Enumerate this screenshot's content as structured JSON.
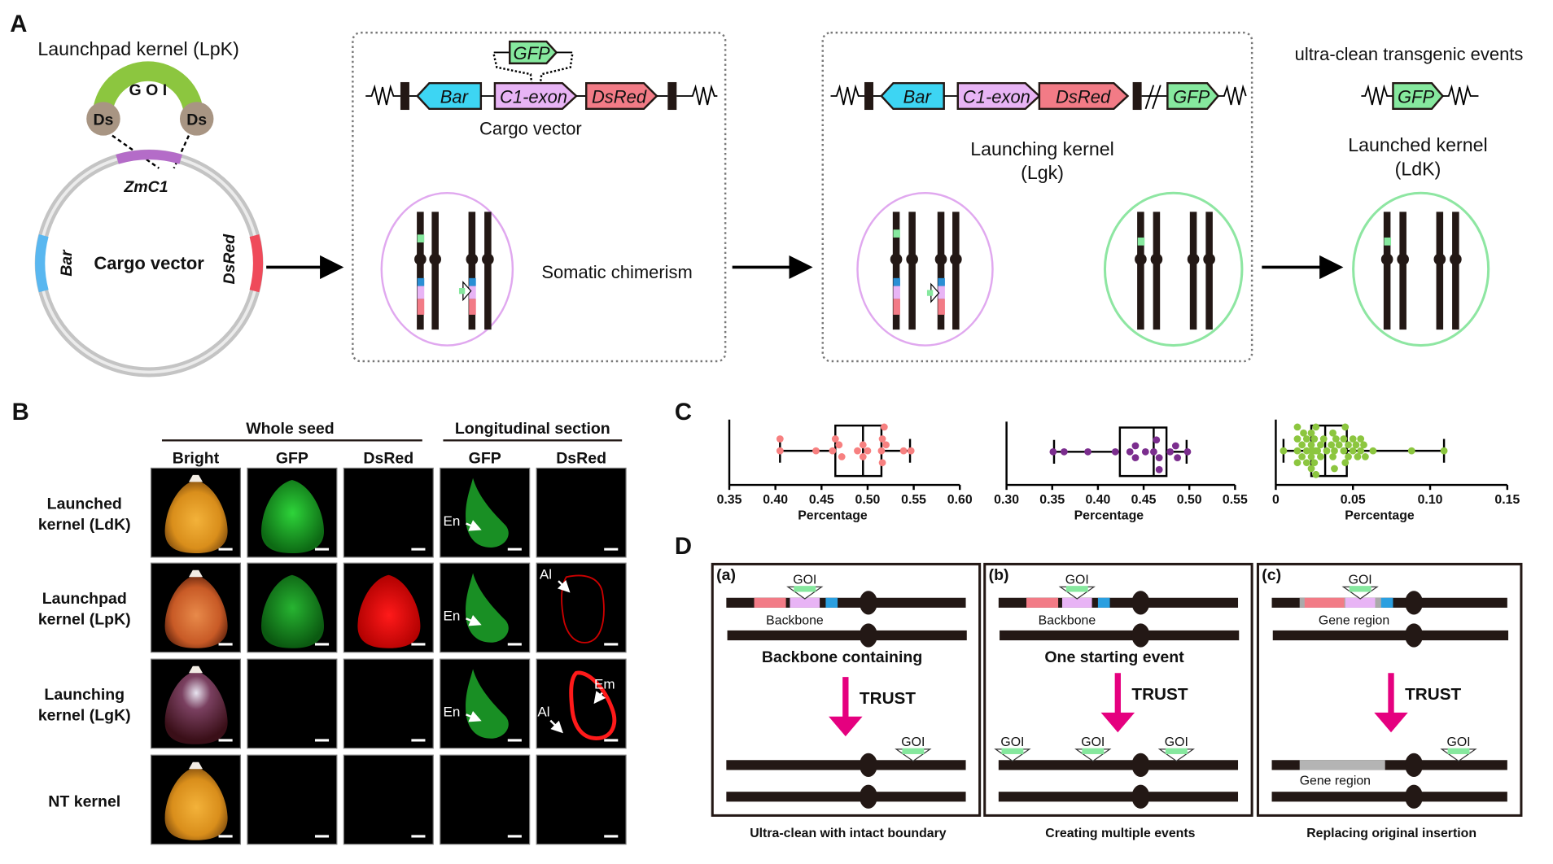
{
  "figure": {
    "panel_letters": [
      "A",
      "B",
      "C",
      "D"
    ],
    "colors": {
      "bar": "#3dd5f3",
      "c1_exon": "#e8b4f5",
      "dsred": "#f27b86",
      "gfp": "#86e89e",
      "goi_arc": "#8cc63f",
      "ds": "#a89583",
      "vector_ring": "#c8c8c8",
      "zmc1": "#b46cc8",
      "chromosome": "#231815",
      "trust_arrow": "#e5007f",
      "lgk_circle": "#e0a8ef",
      "ldk_circle": "#8ee6a2",
      "box_c1": "#f78080",
      "box_c2": "#7b2d8e",
      "box_c3": "#8cc63f"
    }
  },
  "panelA": {
    "title": "Launchpad kernel (LpK)",
    "goi_label": "G O I",
    "ds_left": "Ds",
    "ds_right": "Ds",
    "zmc1_label": "ZmC1",
    "bar_label": "Bar",
    "dsred_label": "DsRed",
    "vector_center_label": "Cargo vector",
    "box1": {
      "gfp_label": "GFP",
      "bar_label": "Bar",
      "c1_label": "C1-exon",
      "dsred_label": "DsRed",
      "caption": "Cargo vector",
      "chimerism_label": "Somatic chimerism"
    },
    "box2": {
      "bar_label": "Bar",
      "c1_label": "C1-exon",
      "dsred_label": "DsRed",
      "gfp_label": "GFP",
      "title_line1": "Launching kernel",
      "title_line2": "(Lgk)"
    },
    "right": {
      "title": "ultra-clean transgenic events",
      "gfp_label": "GFP",
      "title_line1": "Launched kernel",
      "title_line2": "(LdK)"
    }
  },
  "panelB": {
    "group_whole": "Whole seed",
    "group_long": "Longitudinal section",
    "columns": [
      "Bright",
      "GFP",
      "DsRed",
      "GFP",
      "DsRed"
    ],
    "rows": [
      {
        "line1": "Launched",
        "line2": "kernel (LdK)",
        "long_gfp_label": "En",
        "long_dsred_labels": []
      },
      {
        "line1": "Launchpad",
        "line2": "kernel (LpK)",
        "long_gfp_label": "En",
        "long_dsred_labels": [
          "Al"
        ]
      },
      {
        "line1": "Launching",
        "line2": "kernel (LgK)",
        "long_gfp_label": "En",
        "long_dsred_labels": [
          "Al",
          "Em"
        ]
      },
      {
        "line1": "NT kernel",
        "line2": "",
        "long_gfp_label": "",
        "long_dsred_labels": []
      }
    ]
  },
  "chart_data": [
    {
      "type": "box",
      "title": "",
      "xlabel": "Percentage",
      "xlim": [
        0.35,
        0.6
      ],
      "ticks": [
        "0.35",
        "0.40",
        "0.45",
        "0.50",
        "0.55",
        "0.60"
      ],
      "tick_values": [
        0.35,
        0.4,
        0.45,
        0.5,
        0.55,
        0.6
      ],
      "min": 0.405,
      "q1": 0.465,
      "median": 0.495,
      "q3": 0.515,
      "max": 0.546,
      "points": [
        0.405,
        0.405,
        0.444,
        0.462,
        0.465,
        0.469,
        0.472,
        0.489,
        0.495,
        0.495,
        0.5,
        0.515,
        0.516,
        0.516,
        0.518,
        0.52,
        0.539,
        0.547
      ],
      "color": "#f78080"
    },
    {
      "type": "box",
      "title": "",
      "xlabel": "Percentage",
      "xlim": [
        0.3,
        0.55
      ],
      "ticks": [
        "0.30",
        "0.35",
        "0.40",
        "0.45",
        "0.50",
        "0.55"
      ],
      "tick_values": [
        0.3,
        0.35,
        0.4,
        0.45,
        0.5,
        0.55
      ],
      "min": 0.352,
      "q1": 0.424,
      "median": 0.461,
      "q3": 0.475,
      "max": 0.497,
      "points": [
        0.351,
        0.363,
        0.389,
        0.419,
        0.435,
        0.441,
        0.441,
        0.452,
        0.461,
        0.464,
        0.467,
        0.467,
        0.479,
        0.485,
        0.487,
        0.498
      ],
      "color": "#7b2d8e"
    },
    {
      "type": "box",
      "title": "",
      "xlabel": "Percentage",
      "xlim": [
        0,
        0.15
      ],
      "ticks": [
        "0",
        "0.05",
        "0.10",
        "0.15"
      ],
      "tick_values": [
        0,
        0.05,
        0.1,
        0.15
      ],
      "min": 0.005,
      "q1": 0.023,
      "median": 0.032,
      "q3": 0.046,
      "max": 0.109,
      "points": [
        0.005,
        0.014,
        0.014,
        0.014,
        0.014,
        0.017,
        0.017,
        0.018,
        0.02,
        0.02,
        0.02,
        0.023,
        0.023,
        0.023,
        0.023,
        0.023,
        0.024,
        0.024,
        0.025,
        0.025,
        0.026,
        0.026,
        0.026,
        0.027,
        0.029,
        0.029,
        0.031,
        0.033,
        0.036,
        0.037,
        0.037,
        0.038,
        0.038,
        0.039,
        0.041,
        0.044,
        0.044,
        0.045,
        0.045,
        0.047,
        0.047,
        0.05,
        0.05,
        0.052,
        0.053,
        0.055,
        0.055,
        0.057,
        0.058,
        0.063,
        0.088,
        0.109
      ],
      "color": "#8cc63f"
    }
  ],
  "panelD": {
    "subpanels": [
      {
        "tag": "(a)",
        "goi": "GOI",
        "region_label": "Backbone",
        "heading": "Backbone containing",
        "trust": "TRUST",
        "after_goi": [
          "GOI"
        ],
        "after_region_label": "",
        "caption": "Ultra-clean with intact boundary"
      },
      {
        "tag": "(b)",
        "goi": "GOI",
        "region_label": "Backbone",
        "heading": "One starting event",
        "trust": "TRUST",
        "after_goi": [
          "GOI",
          "GOI",
          "GOI"
        ],
        "after_region_label": "",
        "caption": "Creating multiple events"
      },
      {
        "tag": "(c)",
        "goi": "GOI",
        "region_label": "Gene region",
        "heading": "",
        "trust": "TRUST",
        "after_goi": [
          "GOI"
        ],
        "after_region_label": "Gene region",
        "caption": "Replacing original insertion"
      }
    ]
  }
}
